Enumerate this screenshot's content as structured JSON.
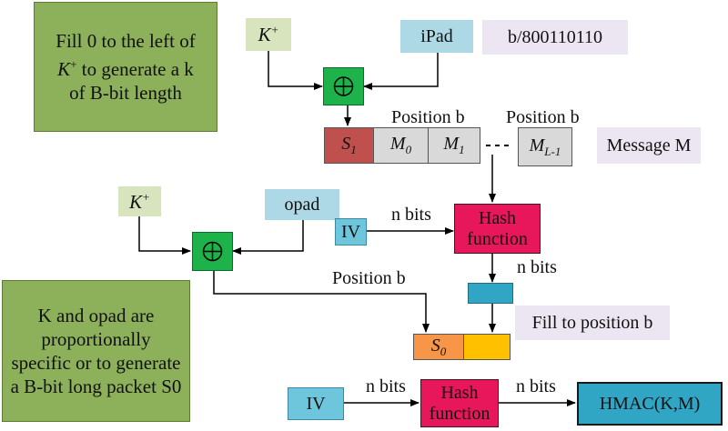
{
  "notes": {
    "top_left": {
      "pre": "Fill 0 to the left of ",
      "k": "K",
      "k_sup": "+",
      "post": " to generate a k of B-bit length"
    },
    "bottom_left": "K and opad are proportionally specific or to generate a B-bit long packet S0"
  },
  "inputs": {
    "k_top": {
      "k": "K",
      "sup": "+"
    },
    "ipad": "iPad",
    "ipad_value": "b/800110110",
    "k_mid": {
      "k": "K",
      "sup": "+"
    },
    "opad": "opad"
  },
  "message": {
    "label": "Message M",
    "s1": {
      "base": "S",
      "sub": "1"
    },
    "m0": {
      "base": "M",
      "sub": "0"
    },
    "m1": {
      "base": "M",
      "sub": "1"
    },
    "mlast": {
      "base": "M",
      "sub": "L-1"
    },
    "position_a": "Position b",
    "position_b": "Position b"
  },
  "stage1": {
    "iv": "IV",
    "n_bits_in": "n bits",
    "hash": "Hash function",
    "n_bits_out": "n bits",
    "fill_label": "Fill to position b"
  },
  "stage2": {
    "position_label": "Position b",
    "s0": {
      "base": "S",
      "sub": "0"
    },
    "iv": "IV",
    "n_bits_in": "n bits",
    "hash": "Hash function",
    "n_bits_out": "n bits",
    "output": "HMAC(K,M)"
  },
  "colors": {
    "note_green": "#8db05a",
    "xor_green": "#1db34a",
    "hash_pink": "#e8165a",
    "s1_red": "#c0504d",
    "s0_orange": "#f79646",
    "s0_yellow": "#ffc000",
    "teal": "#31a5c4",
    "output_blue": "#31a5c4"
  }
}
